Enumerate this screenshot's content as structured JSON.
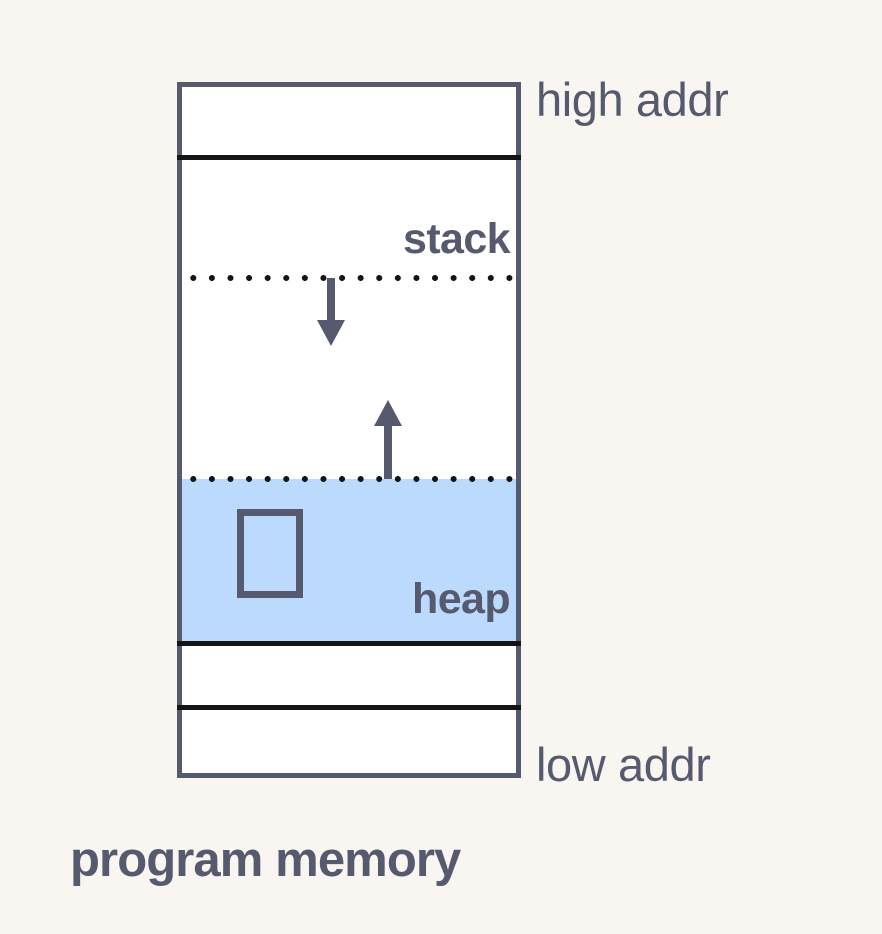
{
  "diagram": {
    "caption": "program memory",
    "background_color": "#f9f5f0",
    "stroke_color": "#565a6e",
    "divider_color": "#141414",
    "heap_fill_color": "#bcdafd",
    "address_labels": {
      "high": "high addr",
      "low": "low addr"
    },
    "regions": [
      {
        "name": "top-segment",
        "label": ""
      },
      {
        "name": "stack",
        "label": "stack"
      },
      {
        "name": "free-space",
        "label": ""
      },
      {
        "name": "heap",
        "label": "heap"
      },
      {
        "name": "data-segment",
        "label": ""
      },
      {
        "name": "text-segment",
        "label": ""
      }
    ],
    "arrows": [
      {
        "name": "stack-growth-arrow",
        "direction": "down"
      },
      {
        "name": "heap-growth-arrow",
        "direction": "up"
      }
    ],
    "heap_block": {
      "name": "allocated-block",
      "label": ""
    }
  }
}
